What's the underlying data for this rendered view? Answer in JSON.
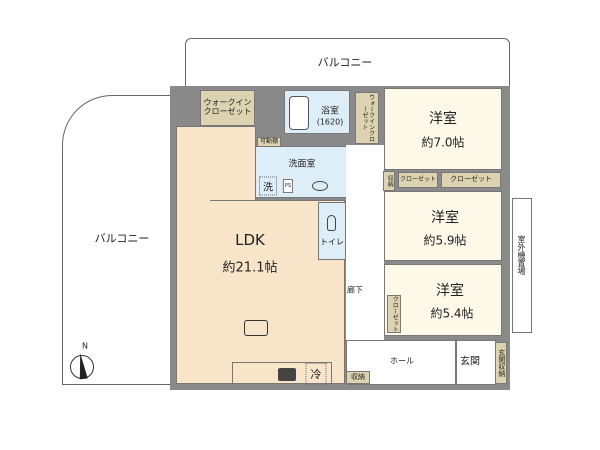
{
  "balcony_top": "バルコニー",
  "balcony_left": "バルコニー",
  "walkin_closet": "ウォークインクローゼット",
  "walkin_closet_line1": "ウォークイン",
  "walkin_closet_line2": "クローゼット",
  "movable_shelf": "可動棚",
  "bathroom": {
    "name": "浴室",
    "size": "(1620)"
  },
  "washroom": "洗面室",
  "washer": "洗",
  "toilet": "トイレ",
  "ldk": {
    "name": "LDK",
    "size": "約21.1帖"
  },
  "walkin_closet_v": "ウォークインクローゼット",
  "room1": {
    "name": "洋室",
    "size": "約7.0帖"
  },
  "storage_small": "収納",
  "closet": "クローゼット",
  "room2": {
    "name": "洋室",
    "size": "約5.9帖"
  },
  "room3": {
    "name": "洋室",
    "size": "約5.4帖"
  },
  "outdoor_unit": "室外機置場",
  "corridor": "廊下",
  "hall": "ホール",
  "entrance": "玄関",
  "entrance_storage": "玄関収納",
  "fridge": "冷",
  "storage_kitchen": "収納",
  "ps": "PS",
  "north": "N",
  "colors": {
    "ldk": "#f8e4c9",
    "western": "#fdf8e8",
    "closet": "#ddd3b0",
    "wet": "#ddeef8",
    "wall": "#8a8a8a"
  }
}
